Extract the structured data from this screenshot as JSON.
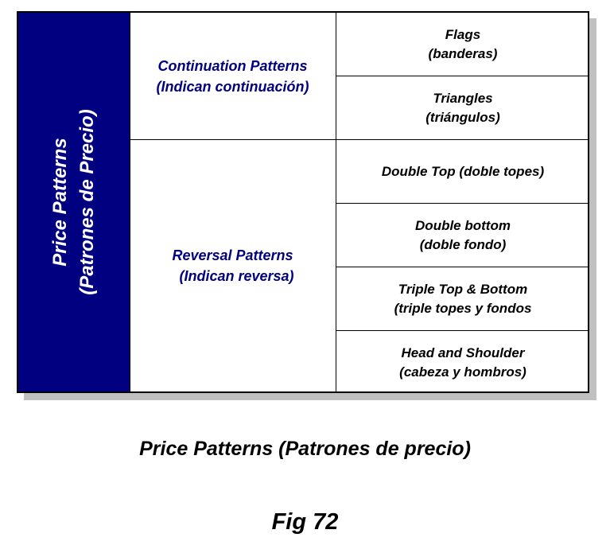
{
  "left": {
    "line1": "Price Patterns",
    "line2": "(Patrones de Precio)"
  },
  "groups": [
    {
      "line1": "Continuation Patterns",
      "line2": "(Indican continuación)"
    },
    {
      "line1": "Reversal Patterns",
      "line2": "(Indican reversa)"
    }
  ],
  "patterns": [
    {
      "line1": "Flags",
      "line2": "(banderas)"
    },
    {
      "line1": "Triangles",
      "line2": "(triángulos)"
    },
    {
      "line1": "Double Top (doble topes)",
      "line2": ""
    },
    {
      "line1": "Double bottom",
      "line2": "(doble fondo)"
    },
    {
      "line1": "Triple Top & Bottom",
      "line2": "(triple topes y fondos"
    },
    {
      "line1": "Head and Shoulder",
      "line2": "(cabeza y hombros)"
    }
  ],
  "caption": "Price Patterns (Patrones de precio)",
  "figure": "Fig 72",
  "colors": {
    "header": "#000080",
    "shadow": "#c0c0c0"
  }
}
